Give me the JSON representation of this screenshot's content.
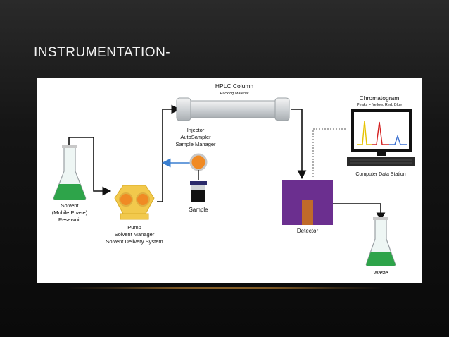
{
  "slide": {
    "title": "INSTRUMENTATION-"
  },
  "diagram": {
    "column": {
      "label": "HPLC Column",
      "sublabel": "Packing Material"
    },
    "injector": {
      "line1": "Injector",
      "line2": "AutoSampler",
      "line3": "Sample Manager"
    },
    "sample": {
      "label": "Sample"
    },
    "solvent": {
      "line1": "Solvent",
      "line2": "(Mobile Phase)",
      "line3": "Reservoir"
    },
    "pump": {
      "line1": "Pump",
      "line2": "Solvent Manager",
      "line3": "Solvent Delivery System"
    },
    "detector": {
      "label": "Detector"
    },
    "waste": {
      "label": "Waste"
    },
    "computer": {
      "title": "Chromatogram",
      "peaks": "Peaks = Yellow, Red, Blue",
      "label": "Computer Data Station"
    },
    "colors": {
      "liquid": "#2ea44a",
      "detector": "#6b2f8f",
      "pump_body": "#f2c94c",
      "pump_port": "#f08a24",
      "flow_arrow": "#111111",
      "injector_arrow": "#3a7fd0",
      "peak_yellow": "#e6c200",
      "peak_red": "#d42020",
      "peak_blue": "#3a6fd0"
    }
  }
}
